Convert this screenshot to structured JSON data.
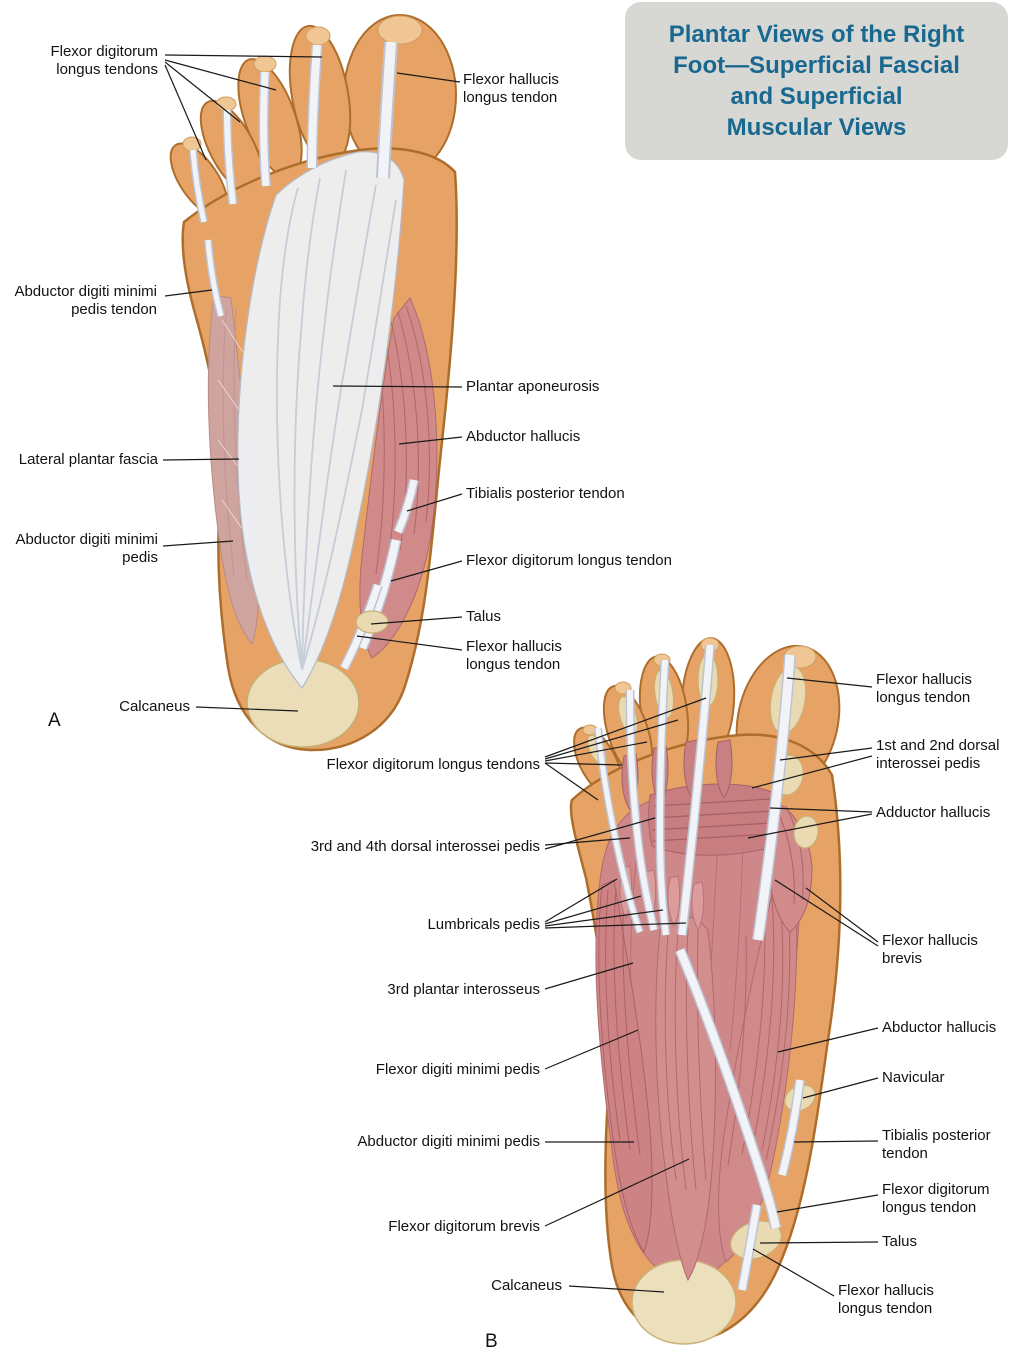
{
  "title": {
    "lines": [
      "Plantar Views of the Right",
      "Foot—Superficial Fascial",
      "and Superficial",
      "Muscular Views"
    ]
  },
  "figure_a": {
    "letter": "A",
    "labels": {
      "flexor_digitorum_longus_tendons": "Flexor digitorum longus tendons",
      "flexor_hallucis_longus_tendon_top": "Flexor hallucis longus tendon",
      "abductor_digiti_minimi_pedis_tendon": "Abductor digiti minimi pedis tendon",
      "plantar_aponeurosis": "Plantar aponeurosis",
      "abductor_hallucis": "Abductor hallucis",
      "lateral_plantar_fascia": "Lateral plantar fascia",
      "tibialis_posterior_tendon": "Tibialis posterior tendon",
      "abductor_digiti_minimi_pedis": "Abductor digiti minimi pedis",
      "flexor_digitorum_longus_tendon": "Flexor digitorum longus tendon",
      "talus": "Talus",
      "flexor_hallucis_longus_tendon_bottom": "Flexor hallucis longus tendon",
      "calcaneus": "Calcaneus"
    }
  },
  "figure_b": {
    "letter": "B",
    "labels": {
      "flexor_hallucis_longus_tendon_top": "Flexor hallucis longus tendon",
      "flexor_digitorum_longus_tendons": "Flexor digitorum longus tendons",
      "dorsal_interossei_1_2": "1st and 2nd dorsal interossei pedis",
      "adductor_hallucis": "Adductor hallucis",
      "dorsal_interossei_3_4": "3rd and 4th dorsal interossei pedis",
      "lumbricals_pedis": "Lumbricals pedis",
      "flexor_hallucis_brevis": "Flexor hallucis brevis",
      "plantar_interosseus_3": "3rd plantar interosseus",
      "abductor_hallucis": "Abductor hallucis",
      "flexor_digiti_minimi_pedis": "Flexor digiti minimi pedis",
      "navicular": "Navicular",
      "abductor_digiti_minimi_pedis": "Abductor digiti minimi pedis",
      "tibialis_posterior_tendon": "Tibialis posterior tendon",
      "flexor_digitorum_longus_tendon": "Flexor digitorum longus tendon",
      "flexor_digitorum_brevis": "Flexor digitorum brevis",
      "talus": "Talus",
      "calcaneus": "Calcaneus",
      "flexor_hallucis_longus_tendon_bottom": "Flexor hallucis longus tendon"
    }
  },
  "colors": {
    "title_text": "#19688f",
    "title_box": "#d7d7d4",
    "skin": "#e7a365",
    "skin_outline": "#ad6e2c",
    "tendon_white": "#f1f3f7",
    "muscle_pink": "#d18a8a",
    "bone": "#ecdcb6",
    "label_text": "#121212"
  }
}
